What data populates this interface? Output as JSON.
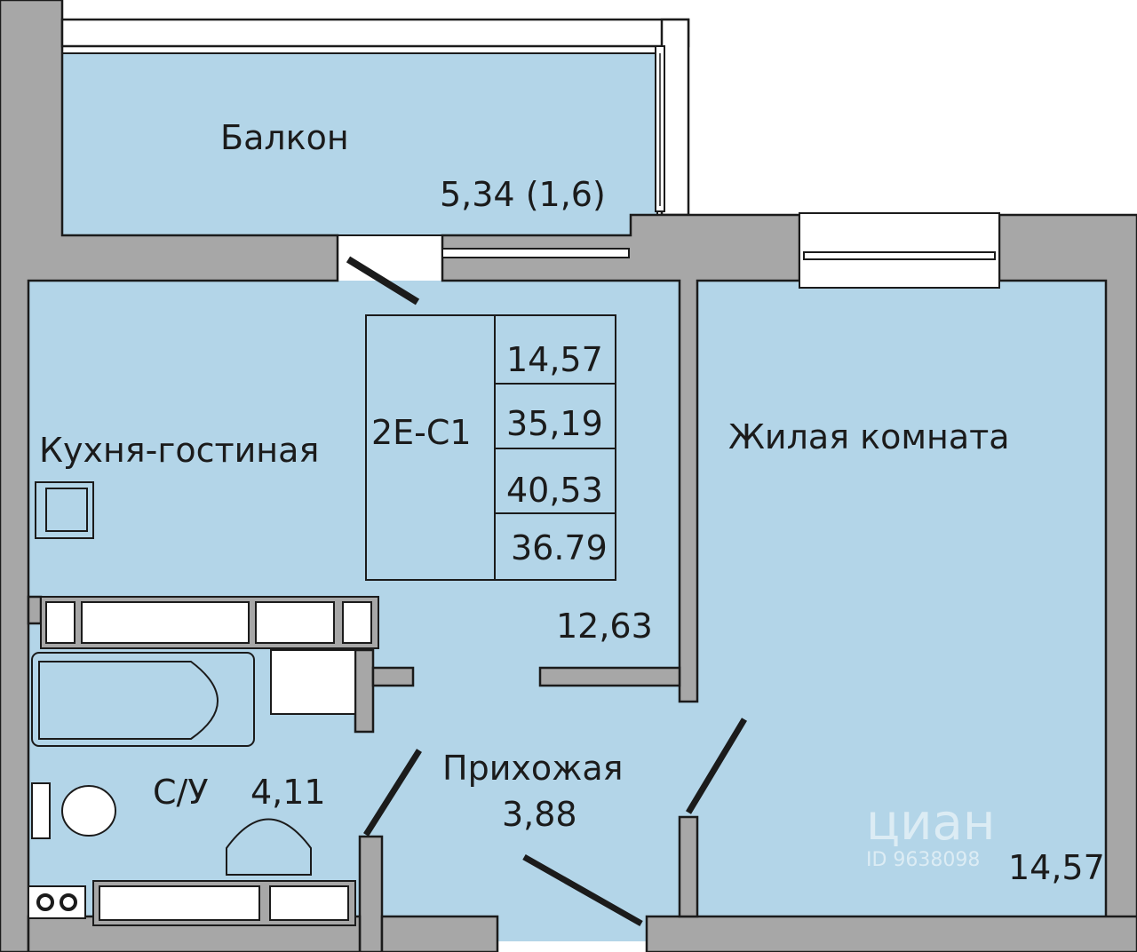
{
  "rooms": {
    "balcony": {
      "name": "Балкон",
      "area": "5,34 (1,6)"
    },
    "kitchen": {
      "name": "Кухня-гостиная",
      "area": "12,63"
    },
    "bedroom": {
      "name": "Жилая комната",
      "area": "14,57"
    },
    "bathroom": {
      "name": "С/У",
      "area": "4,11"
    },
    "hallway": {
      "name": "Прихожая",
      "area": "3,88"
    }
  },
  "summary": {
    "code": "2Е-С1",
    "living_area": "14,57",
    "total_area": "35,19",
    "area_with_balcony": "40,53",
    "alt_area": "36.79"
  },
  "watermark": {
    "brand": "циан",
    "id": "ID 9638098"
  },
  "colors": {
    "floor": "#b3d5e8",
    "wall": "#a7a7a7",
    "stroke": "#1b1b1b"
  }
}
